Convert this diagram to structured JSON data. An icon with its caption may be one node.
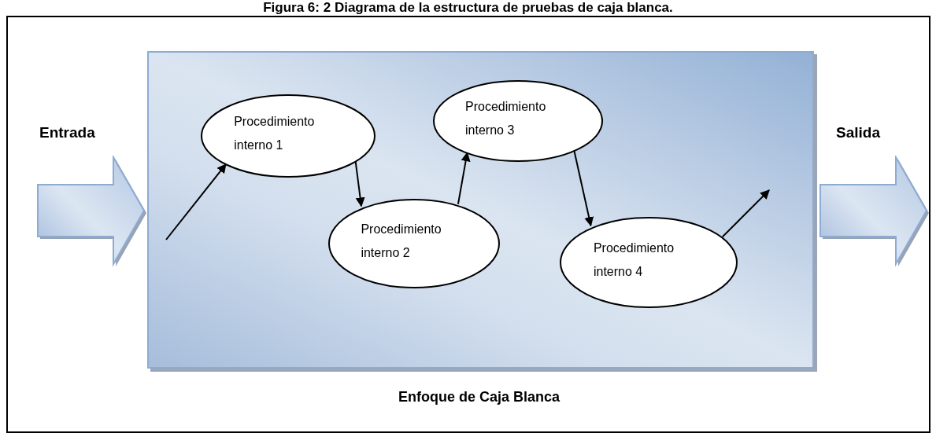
{
  "diagram": {
    "title": "Figura 6: 2 Diagrama de la estructura de pruebas de caja blanca.",
    "nodes": [
      {
        "text": [
          "Entrada"
        ]
      },
      {
        "text": [
          "Enfoque de Caja Blanca"
        ]
      },
      {
        "text": [
          "Procedimiento interno 1"
        ],
        "in": 1
      },
      {
        "text": [
          "Procedimiento interno 2"
        ],
        "in": 1
      },
      {
        "text": [
          "Procedimiento interno 3"
        ],
        "in": 1
      },
      {
        "text": [
          "Procedimiento interno 4"
        ],
        "in": 1
      },
      {
        "text": [
          "Salida"
        ]
      }
    ],
    "edges": [
      {
        "from": null,
        "to": 2,
        "arrow": "to"
      },
      {
        "from": 2,
        "to": 3,
        "arrow": "to"
      },
      {
        "from": 3,
        "to": 4,
        "arrow": "to"
      },
      {
        "from": 4,
        "to": 5,
        "arrow": "to"
      },
      {
        "from": 5,
        "to": null,
        "arrow": "to"
      }
    ]
  }
}
